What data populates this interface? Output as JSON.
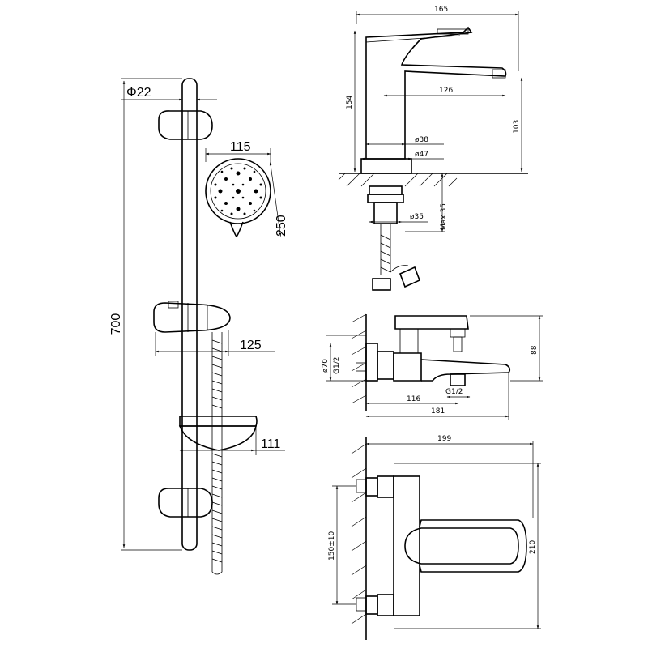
{
  "shower_set": {
    "rail_diameter": "Φ22",
    "rail_length": "700",
    "head_width": "115",
    "head_length": "250",
    "holder_projection": "125",
    "soap_dish_projection": "111"
  },
  "basin_mixer": {
    "width": "165",
    "height": "154",
    "spout_reach": "126",
    "spout_height": "103",
    "base_diameter_1": "ø38",
    "base_diameter_2": "ø47",
    "shank_diameter": "ø35",
    "shank_length": "Max.35"
  },
  "bath_mixer_side": {
    "inlet_diameter": "ø70",
    "inlet_thread": "G1/2",
    "outlet_thread": "G1/2",
    "body_height": "88",
    "spout_depth": "116",
    "overall_depth": "181"
  },
  "bath_mixer_front": {
    "overall_width": "199",
    "inlet_centers": "150±10",
    "overall_height": "210"
  }
}
